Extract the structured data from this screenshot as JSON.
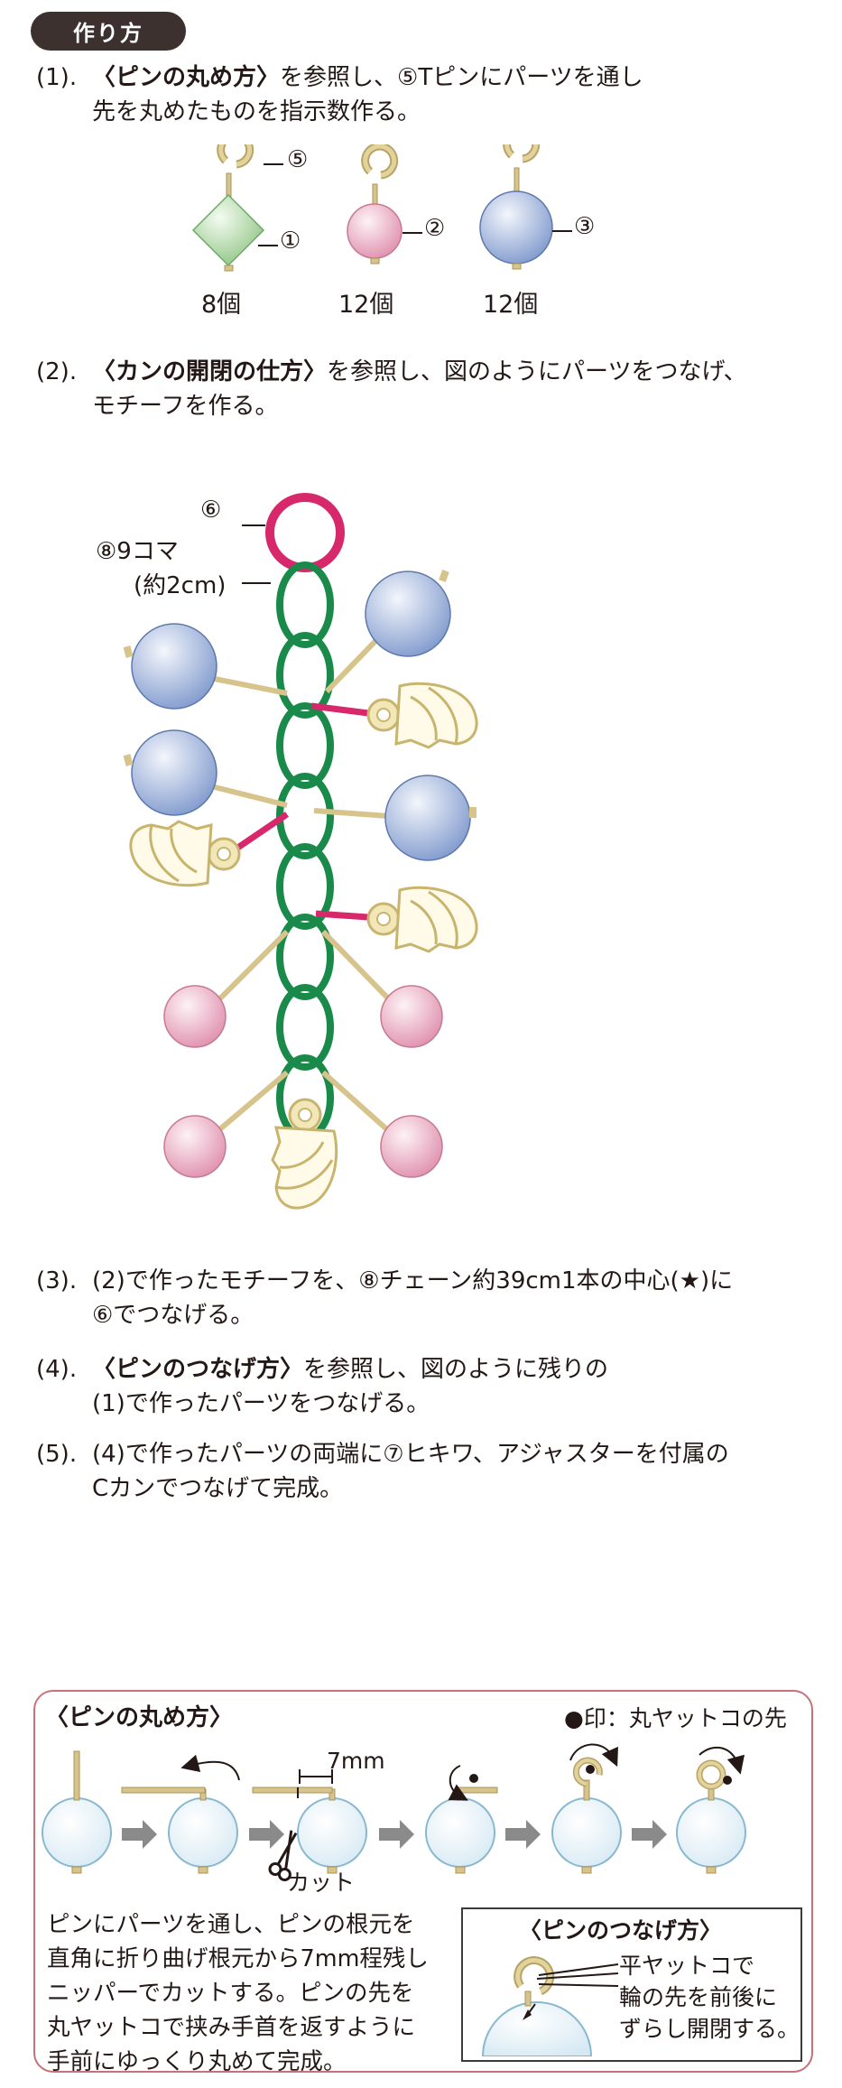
{
  "header": {
    "title": "作り方"
  },
  "steps": [
    {
      "num": "(1).",
      "strong": "〈ピンの丸め方〉",
      "rest1": "を参照し、⑤Tピンにパーツを通し",
      "line2": "先を丸めたものを指示数作る。"
    },
    {
      "num": "(2).",
      "strong": "〈カンの開閉の仕方〉",
      "rest1": "を参照し、図のようにパーツをつなげ、",
      "line2": "モチーフを作る。"
    },
    {
      "num": "(3).",
      "strong": "",
      "rest1": "(2)で作ったモチーフを、⑧チェーン約39cm1本の中心(★)に",
      "line2": "⑥でつなげる。"
    },
    {
      "num": "(4).",
      "strong": "〈ピンのつなげ方〉",
      "rest1": "を参照し、図のように残りの",
      "line2": "(1)で作ったパーツをつなげる。"
    },
    {
      "num": "(5).",
      "strong": "",
      "rest1": "(4)で作ったパーツの両端に⑦ヒキワ、アジャスターを付属の",
      "line2": "Cカンでつなげて完成。"
    }
  ],
  "parts": [
    {
      "marker": "①",
      "pin_marker": "⑤",
      "count": "8個",
      "color": "#9fcf94"
    },
    {
      "marker": "②",
      "count": "12個",
      "color": "#e8a0b8"
    },
    {
      "marker": "③",
      "count": "12個",
      "color": "#8fa6d4"
    }
  ],
  "motif": {
    "ring_label": "⑥",
    "chain_label": "⑧9コマ",
    "chain_length": "(約2cm)"
  },
  "pin_method": {
    "title": "〈ピンの丸め方〉",
    "legend": "●印：丸ヤットコの先",
    "measure": "7mm",
    "cut_label": "カット",
    "desc": [
      "ピンにパーツを通し、ピンの根元を",
      "直角に折り曲げ根元から7mm程残し",
      "ニッパーでカットする。ピンの先を",
      "丸ヤットコで挟み手首を返すように",
      "手前にゆっくり丸めて完成。"
    ]
  },
  "pin_connect": {
    "title": "〈ピンのつなげ方〉",
    "desc": [
      "平ヤットコで",
      "輪の先を前後に",
      "ずらし開閉する。"
    ]
  },
  "colors": {
    "pink_ring": "#d6286b",
    "chain_green": "#1a8a4a",
    "gold": "#d7c48c",
    "blue_bead": "#8fa6d4",
    "pink_bead": "#e8a0b8",
    "green_bead": "#9fcf94",
    "bead_outline": "#88b8d0",
    "box_border": "#c6727a"
  }
}
